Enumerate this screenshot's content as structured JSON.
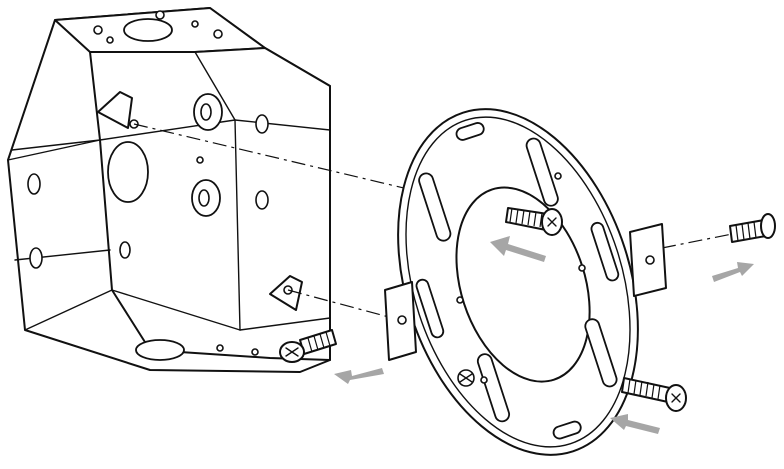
{
  "colors": {
    "line": "#111111",
    "paper": "#ffffff",
    "arrow": "#a6a6a6"
  },
  "icons": {
    "box": "octagonal-electrical-box-icon",
    "bracket": "ceiling-mounting-bracket-icon",
    "screw": "phillips-screw-icon",
    "arrow": "direction-arrow-icon"
  },
  "screws": [
    {
      "id": "upper-center-screw",
      "head": "phillips"
    },
    {
      "id": "right-tab-screw",
      "head": "phillips"
    },
    {
      "id": "left-tab-screw",
      "head": "phillips"
    },
    {
      "id": "lower-center-screw",
      "head": "phillips"
    }
  ],
  "arrows": [
    {
      "id": "upper-center-arrow",
      "direction": "left"
    },
    {
      "id": "right-tab-arrow",
      "direction": "right"
    },
    {
      "id": "left-tab-arrow",
      "direction": "left"
    },
    {
      "id": "lower-arrow",
      "direction": "left"
    }
  ]
}
